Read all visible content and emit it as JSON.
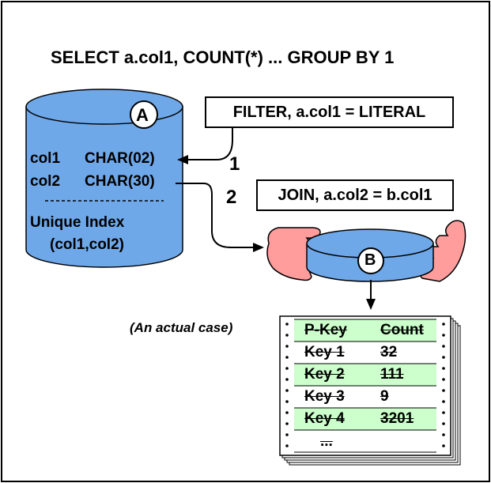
{
  "title": "SELECT a.col1, COUNT(*) ... GROUP BY 1",
  "table_a": {
    "badge": "A",
    "columns": [
      {
        "name": "col1",
        "type": "CHAR(02)"
      },
      {
        "name": "col2",
        "type": "CHAR(30)"
      }
    ],
    "index_line1": "Unique Index",
    "index_line2": "(col1,col2)"
  },
  "filter_box": "FILTER, a.col1 = LITERAL",
  "join_box": "JOIN, a.col2 = b.col1",
  "steps": [
    "1",
    "2"
  ],
  "table_b": {
    "badge": "B"
  },
  "note": "(An actual case)",
  "result": {
    "headers": [
      "P-Key",
      "Count"
    ],
    "rows": [
      [
        "Key 1",
        "32"
      ],
      [
        "Key 2",
        "111"
      ],
      [
        "Key 3",
        "9"
      ],
      [
        "Key 4",
        "3201"
      ]
    ],
    "ellipsis": "..."
  },
  "colors": {
    "cylinder": "#6fa8e8",
    "hands": "#ff9c9c",
    "row_band": "#ccffcc"
  }
}
